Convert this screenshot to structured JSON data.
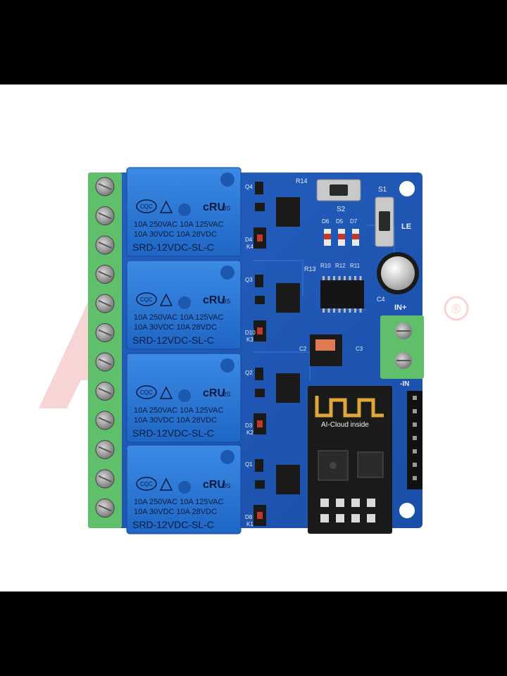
{
  "relays": [
    {
      "line1": "10A 250VAC  10A 125VAC",
      "line2": "10A   30VDC  10A   28VDC",
      "model": "SRD-12VDC-SL-C"
    },
    {
      "line1": "10A 250VAC  10A 125VAC",
      "line2": "10A   30VDC  10A   28VDC",
      "model": "SRD-12VDC-SL-C"
    },
    {
      "line1": "10A 250VAC  10A 125VAC",
      "line2": "10A   30VDC  10A   28VDC",
      "model": "SRD-12VDC-SL-C"
    },
    {
      "line1": "10A 250VAC  10A 125VAC",
      "line2": "10A   30VDC  10A   28VDC",
      "model": "SRD-12VDC-SL-C"
    }
  ],
  "relay_cert_mark": "CQC",
  "relay_ul_mark": "US",
  "silkscreen": {
    "s1": "S1",
    "s2": "S2",
    "d_labels": [
      "D7",
      "D5",
      "D6"
    ],
    "r_labels": [
      "R11",
      "R12",
      "R10"
    ],
    "le": "LE",
    "c4": "C4",
    "power_in": "IN+",
    "in_minus": "-IN",
    "r13": "R13",
    "r14": "R14",
    "k_labels": [
      "K4",
      "K3",
      "K2",
      "K1"
    ],
    "d_side": [
      "D4",
      "D10",
      "D3",
      "D8"
    ],
    "q_labels": [
      "Q4",
      "Q3",
      "Q2",
      "Q1"
    ],
    "c_labels": [
      "C2",
      "C3"
    ]
  },
  "esp_module": {
    "brand": "AI-Cloud inside"
  },
  "watermark": {
    "registered_mark": "®"
  },
  "colors": {
    "pcb": "#1f56b8",
    "relay_blue": "#2a7ad8",
    "terminal_green": "#5fbf6a",
    "module_black": "#1a1a1a"
  }
}
